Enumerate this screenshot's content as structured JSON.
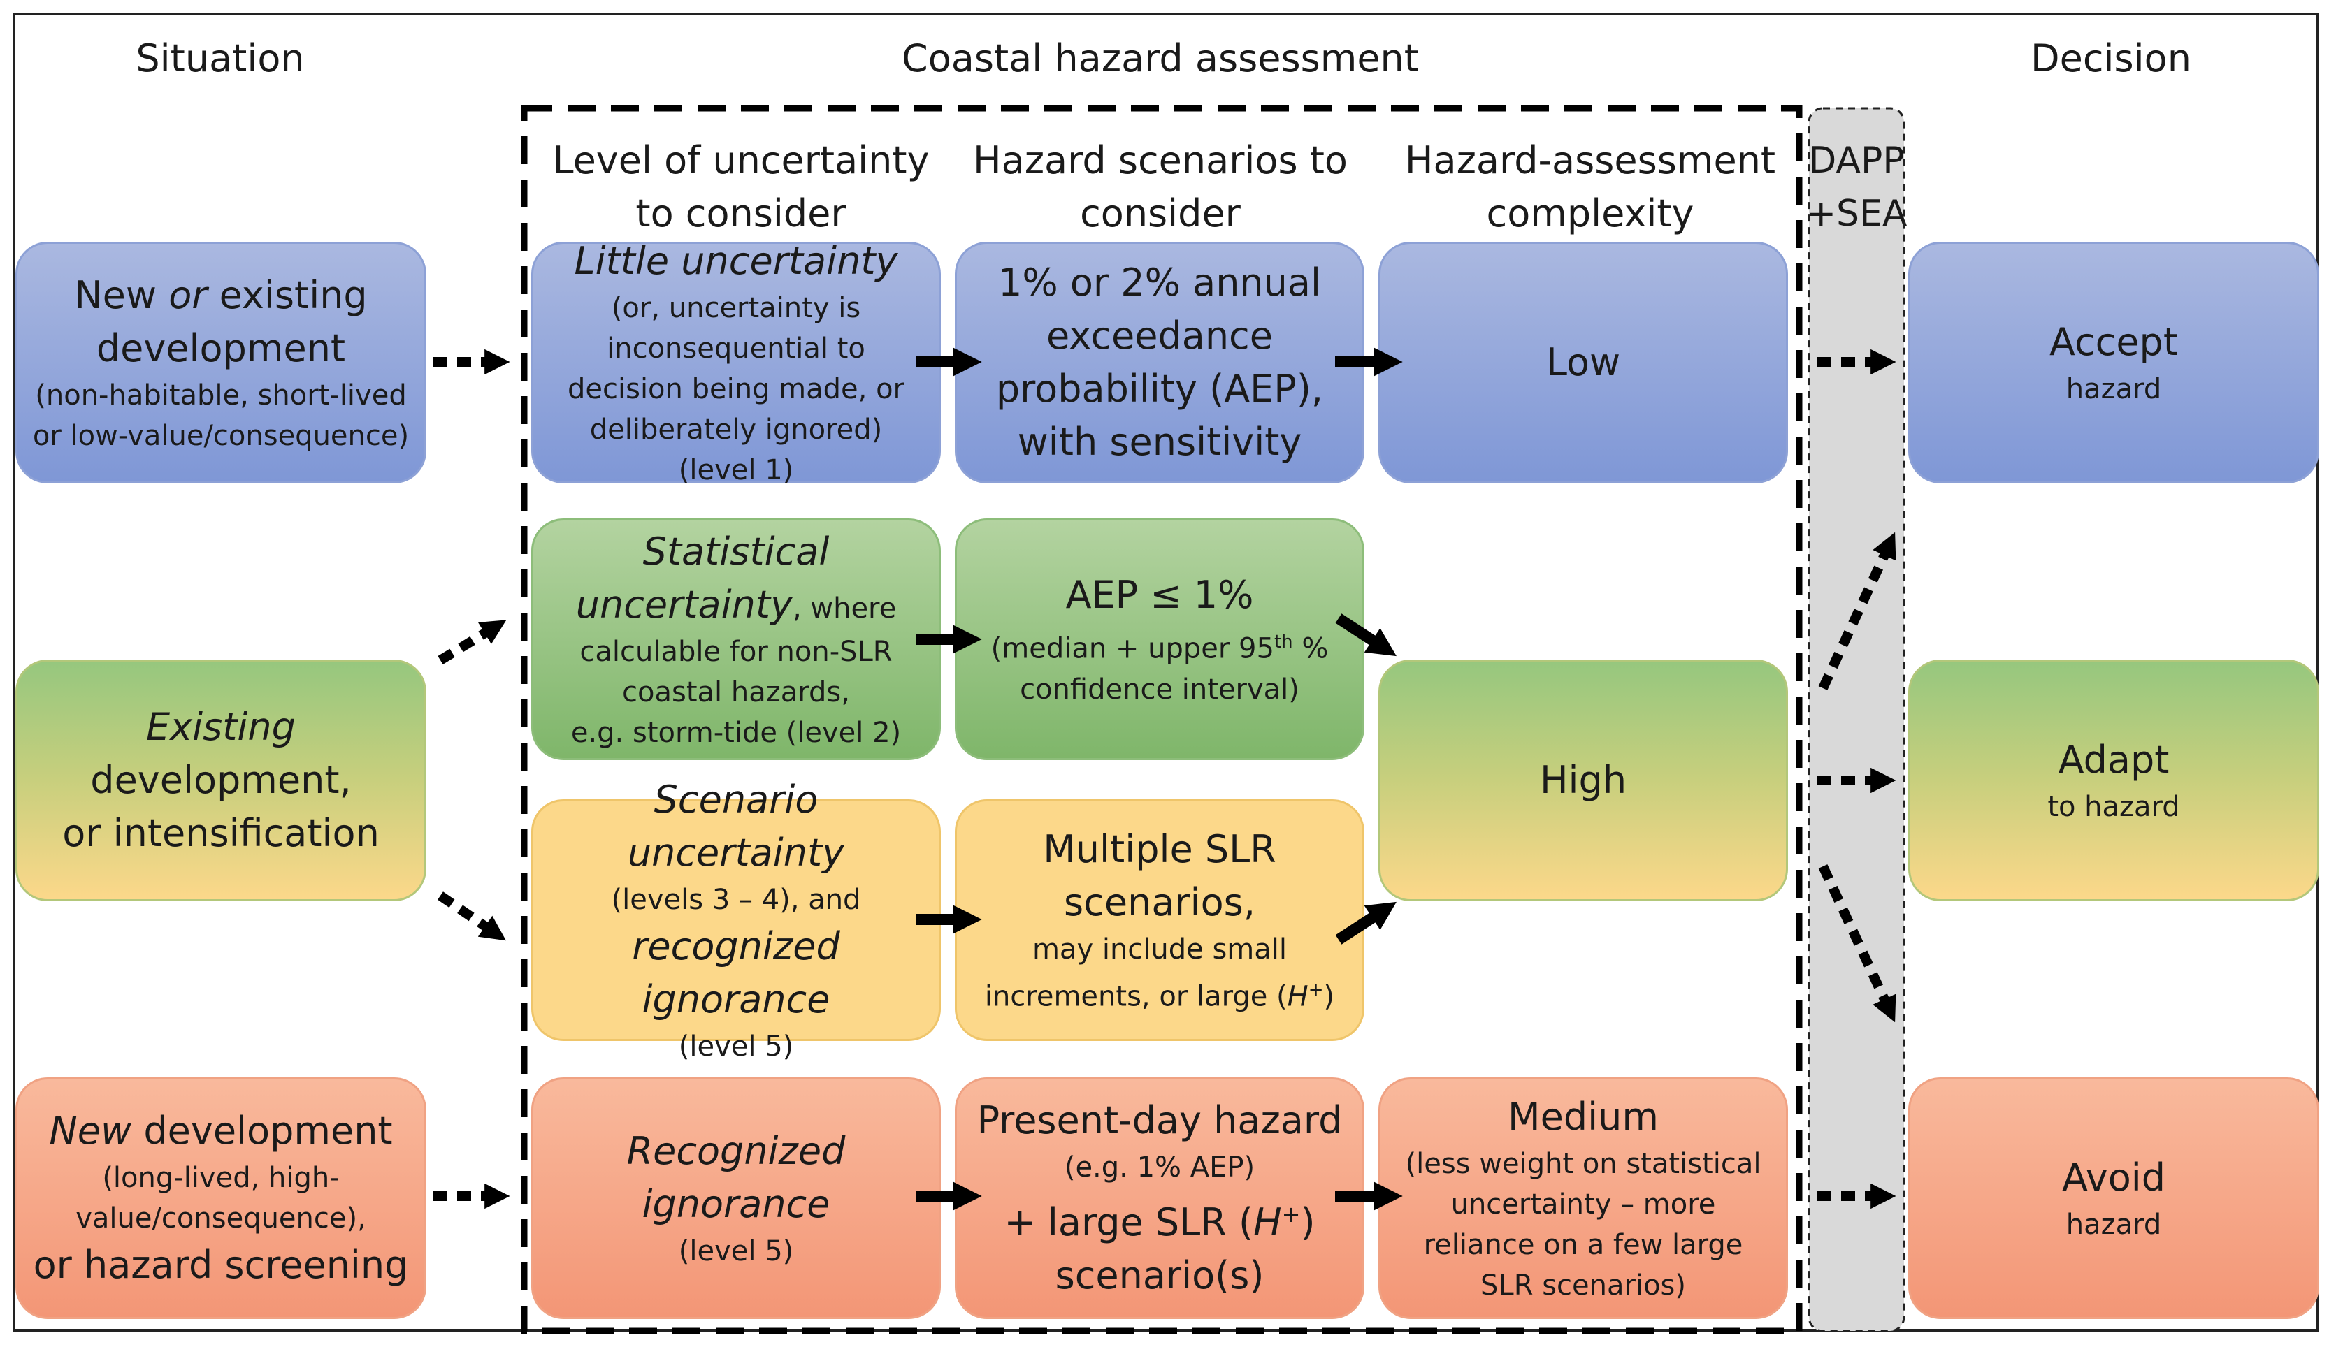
{
  "headings": {
    "situation": "Situation",
    "assessment": "Coastal hazard assessment",
    "decision": "Decision"
  },
  "columns": {
    "uncertainty": [
      "Level of uncertainty",
      "to consider"
    ],
    "scenarios": [
      "Hazard scenarios to",
      "consider"
    ],
    "complexity": [
      "Hazard-assessment",
      "complexity"
    ],
    "dapp": [
      "DAPP",
      "+SEA"
    ]
  },
  "situation": {
    "new_or_existing": {
      "part1": "New ",
      "part2": "or",
      "part3": " existing",
      "line2": "development",
      "detail": "(non-habitable, short-lived or low-value/consequence)"
    },
    "existing": {
      "line1": "Existing",
      "line2": "development,",
      "line3": "or intensification"
    },
    "new": {
      "part1": "New",
      "part2": " development",
      "detail": "(long-lived, high-value/consequence),",
      "line3": "or hazard screening"
    }
  },
  "uncertainty": {
    "little": {
      "title": "Little uncertainty",
      "detail": "(or, uncertainty is inconsequential to decision being made, or deliberately ignored)",
      "level": "(level 1)"
    },
    "statistical": {
      "title1": "Statistical",
      "title2": "uncertainty",
      "rest": ", where",
      "detail": "calculable for non-SLR coastal hazards,",
      "level": "e.g. storm-tide (level 2)"
    },
    "scenario": {
      "title": "Scenario uncertainty",
      "detail": "(levels 3 – 4), and",
      "title2": "recognized",
      "title3": "ignorance",
      "level": "(level 5)"
    },
    "recognized": {
      "title1": "Recognized",
      "title2": "ignorance",
      "level": "(level 5)"
    }
  },
  "scenarios": {
    "aep": {
      "line1": "1% or 2% annual",
      "line2": "exceedance",
      "line3": "probability (AEP),",
      "line4": "with sensitivity"
    },
    "aep1": {
      "line1": "AEP ≤ 1%",
      "detail1a": "(median + upper 95",
      "sup": "th",
      "detail1b": " %",
      "detail2": "confidence interval)"
    },
    "multiple": {
      "line1": "Multiple SLR",
      "line2": "scenarios,",
      "detail1": "may include small",
      "detail2a": "increments, or large (",
      "h": "H",
      "hsup": "+",
      "detail2b": ")"
    },
    "present": {
      "line1": "Present-day hazard",
      "detail": "(e.g. 1% AEP)",
      "line3a": "+ large SLR (",
      "h": "H",
      "hsup": "+",
      "line3b": ")",
      "line4": "scenario(s)"
    }
  },
  "complexity": {
    "low": "Low",
    "high": "High",
    "medium": {
      "title": "Medium",
      "detail": "(less weight on statistical uncertainty – more reliance on a few large SLR scenarios)"
    }
  },
  "decision": {
    "accept": {
      "title": "Accept",
      "sub": "hazard"
    },
    "adapt": {
      "title": "Adapt",
      "sub": "to hazard"
    },
    "avoid": {
      "title": "Avoid",
      "sub": "hazard"
    }
  }
}
